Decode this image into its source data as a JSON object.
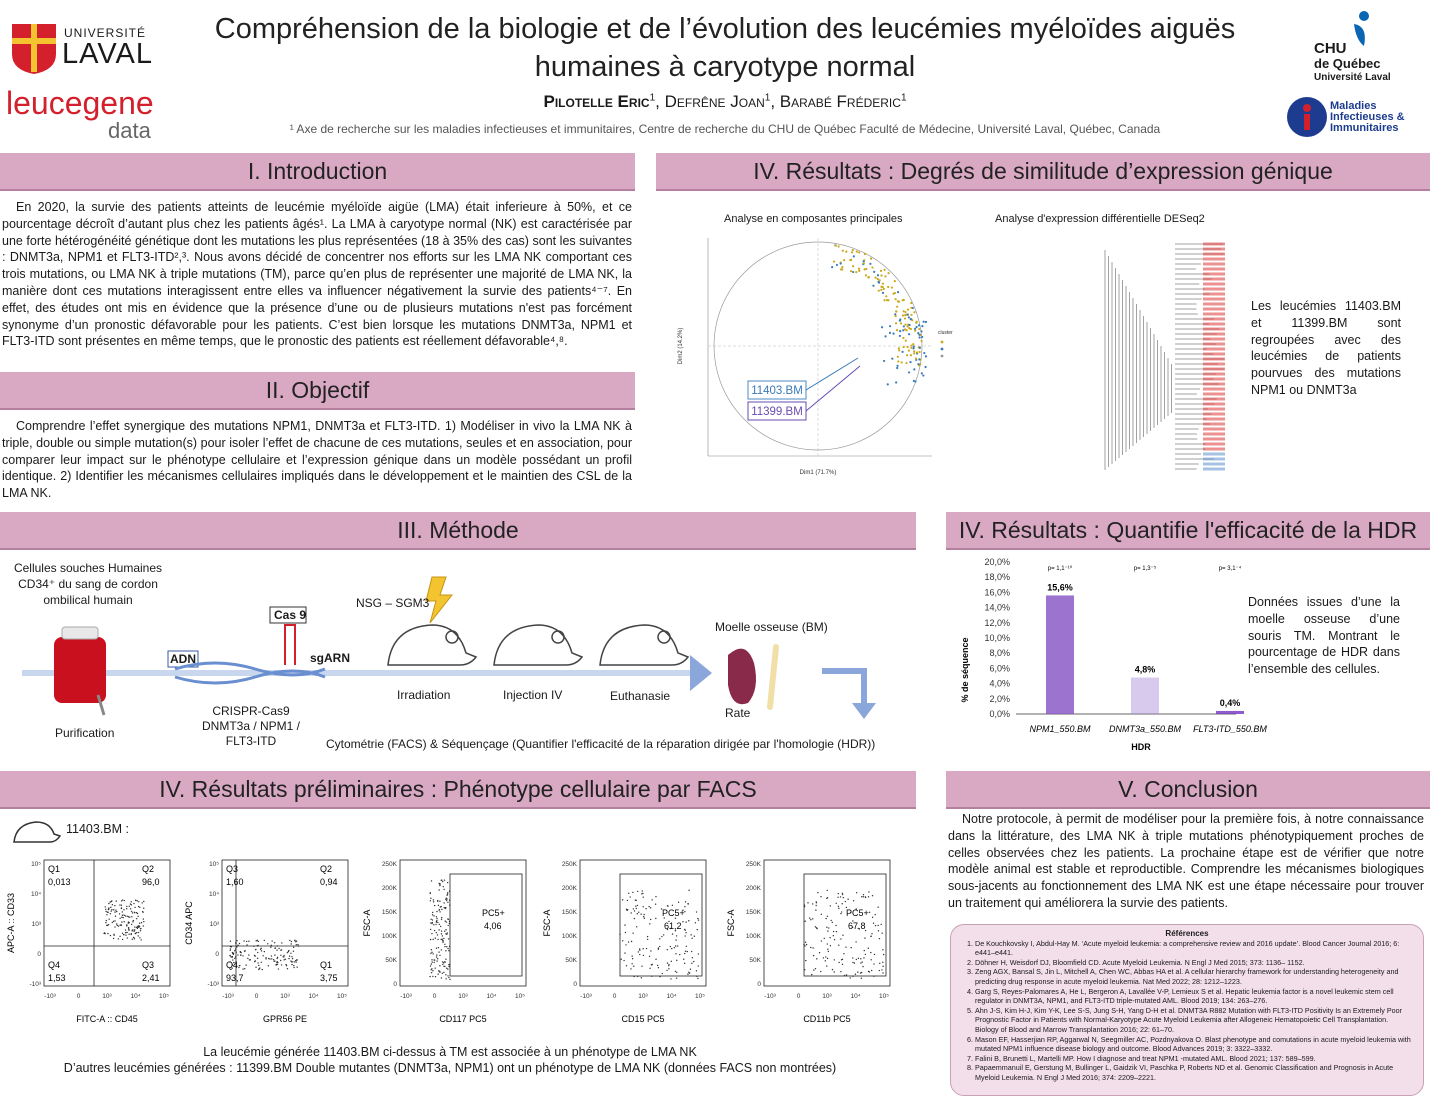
{
  "header": {
    "title_line1": "Compréhension de la biologie et de l’évolution des leucémies myéloïdes aiguës",
    "title_line2": "humaines à caryotype normal",
    "authors": [
      {
        "name": "Pilotelle Eric",
        "sup": "1"
      },
      {
        "name": "Defrêne Joan",
        "sup": "1"
      },
      {
        "name": "Barabé Fréderic",
        "sup": "1"
      }
    ],
    "affiliation": "¹ Axe de recherche sur les maladies infectieuses et immunitaires, Centre de recherche du CHU de Québec Faculté de Médecine, Université Laval, Québec, Canada",
    "logo_laval_1": "UNIVERSITÉ",
    "logo_laval_2": "LAVAL",
    "logo_leucegene_1": "leucegene",
    "logo_leucegene_2": "data",
    "logo_chu_1": "CHU",
    "logo_chu_2": "de Québec",
    "logo_chu_3": "Université Laval",
    "logo_mii_1": "Maladies",
    "logo_mii_2": "Infectieuses &",
    "logo_mii_3": "Immunitaires"
  },
  "intro": {
    "heading": "I. Introduction",
    "text": "En 2020, la survie des patients atteints de leucémie myéloïde aigüe (LMA) était inferieure à 50%, et ce pourcentage décroît d’autant plus chez les patients âgés¹. La LMA à caryotype normal (NK) est caractérisée par une forte hétérogénéité génétique dont les mutations les plus représentées (18 à 35% des cas) sont les suivantes : DNMT3a, NPM1 et FLT3-ITD²,³. Nous avons décidé de concentrer nos efforts sur les LMA NK comportant ces trois mutations, ou LMA NK à triple mutations (TM), parce qu’en plus de représenter une majorité de LMA NK, la manière dont ces mutations interagissent entre elles va influencer négativement la survie des patients⁴⁻⁷. En effet, des études ont mis en évidence que la présence d’une ou de plusieurs mutations n'est pas forcément synonyme d’un pronostic défavorable pour les patients. C’est bien lorsque les mutations DNMT3a, NPM1 et FLT3-ITD sont présentes en même temps, que le pronostic des patients est réellement défavorable⁴,⁸."
  },
  "objective": {
    "heading": "II. Objectif",
    "text": "Comprendre l’effet synergique des mutations NPM1, DNMT3a et FLT3-ITD. 1) Modéliser in vivo la LMA NK à triple, double ou simple mutation(s) pour isoler l’effet de chacune de ces mutations, seules et en association, pour comparer leur impact sur le phénotype cellulaire et l’expression génique dans un modèle possédant un profil identique. 2) Identifier les mécanismes cellulaires impliqués dans le développement et le maintien des CSL de la LMA NK."
  },
  "method": {
    "heading": "III. Méthode",
    "cells_label": "Cellules souches Humaines CD34⁺ du sang de cordon ombilical humain",
    "purification": "Purification",
    "adn": "ADN",
    "cas9": "Cas 9",
    "sgarn": "sgARN",
    "crispr": "CRISPR-Cas9 DNMT3a / NPM1 / FLT3-ITD",
    "mouse_strain": "NSG – SGM3",
    "irradiation": "Irradiation",
    "injection": "Injection IV",
    "euthanasie": "Euthanasie",
    "bone_marrow": "Moelle osseuse (BM)",
    "spleen": "Rate",
    "readout": "Cytométrie (FACS) & Séquençage (Quantifier l'efficacité de la réparation dirigée par l'homologie (HDR))"
  },
  "results_facs": {
    "heading": "IV. Résultats préliminaires : Phénotype cellulaire par FACS",
    "sample": "11403.BM :",
    "caption_1": "La leucémie générée 11403.BM  ci-dessus à TM est associée à un phénotype de LMA NK",
    "caption_2": "D’autres leucémies générées : 11399.BM Double mutantes (DNMT3a, NPM1) ont un phénotype de LMA NK (données FACS non montrées)",
    "plots": [
      {
        "ylabel": "APC-A :: CD33",
        "xlabel": "FITC-A :: CD45",
        "q1": "Q1",
        "q1v": "0,013",
        "q2": "Q2",
        "q2v": "96,0",
        "q3": "Q3",
        "q3v": "2,41",
        "q4": "Q4",
        "q4v": "1,53"
      },
      {
        "ylabel": "CD34 APC",
        "xlabel": "GPR56 PE",
        "q1": "Q3",
        "q1v": "1,60",
        "q2": "Q2",
        "q2v": "0,94",
        "q3": "Q1",
        "q3v": "3,75",
        "q4": "Q4",
        "q4v": "93,7"
      },
      {
        "ylabel": "FSC-A",
        "xlabel": "CD117 PC5",
        "gate": "PC5+",
        "gatev": "4,06"
      },
      {
        "ylabel": "FSC-A",
        "xlabel": "CD15 PC5",
        "gate": "PC5+",
        "gatev": "61,2"
      },
      {
        "ylabel": "FSC-A",
        "xlabel": "CD11b PC5",
        "gate": "PC5+",
        "gatev": "67,8"
      }
    ],
    "log_ticks": [
      "10⁵",
      "10⁴",
      "10³",
      "0",
      "-10³"
    ],
    "log_ticks_x": [
      "-10³",
      "0",
      "10³",
      "10⁴",
      "10⁵"
    ],
    "lin_ticks": [
      "250K",
      "200K",
      "150K",
      "100K",
      "50K",
      "0"
    ]
  },
  "results_expr": {
    "heading": "IV. Résultats : Degrés de similitude d’expression génique",
    "pca_title": "Analyse en composantes principales",
    "deseq_title": "Analyse d'expression différentielle DESeq2",
    "pca_label_1": "11403.BM",
    "pca_label_2": "11399.BM",
    "pca_xlabel": "Dim1 (71.7%)",
    "pca_ylabel": "Dim2 (14.2%)",
    "pca_legend": "cluster",
    "side_text": "Les leucémies 11403.BM et 11399.BM sont regroupées avec des leucémies de patients pourvues des mutations NPM1 ou DNMT3a"
  },
  "results_hdr": {
    "heading": "IV. Résultats : Quantifie l'efficacité de la HDR",
    "side_text": "Données issues d’une la moelle osseuse d’une souris TM. Montrant le pourcentage de HDR dans l’ensemble des cellules."
  },
  "chart_data": {
    "type": "bar",
    "categories": [
      "NPM1_550.BM",
      "DNMT3a_550.BM",
      "FLT3-ITD_550.BM"
    ],
    "values": [
      15.6,
      4.8,
      0.4
    ],
    "value_labels": [
      "15,6%",
      "4,8%",
      "0,4%"
    ],
    "pvalues": [
      "p= 1,1⁻¹⁰",
      "p= 1,3⁻⁵",
      "p= 3,1⁻⁴"
    ],
    "xlabel": "HDR",
    "ylabel": "% de séquence",
    "ylim": [
      0,
      20
    ],
    "yticks": [
      "20,0%",
      "18,0%",
      "16,0%",
      "14,0%",
      "12,0%",
      "10,0%",
      "8,0%",
      "6,0%",
      "4,0%",
      "2,0%",
      "0,0%"
    ],
    "colors": [
      "#8b5cc8",
      "#a98ad8",
      "#7b3fc4"
    ]
  },
  "conclusion": {
    "heading": "V. Conclusion",
    "text": "Notre protocole, à permit de modéliser pour la première fois, à notre connaissance dans la littérature, des LMA NK à triple mutations phénotypiquement proches de celles observées chez les patients. La prochaine étape est de vérifier que notre modèle animal est stable et reproductible. Comprendre les mécanismes biologiques sous-jacents au fonctionnement des LMA NK est une étape nécessaire pour trouver un traitement qui améliorera la survie des patients."
  },
  "references": {
    "title": "Références",
    "items": [
      "De Kouchkovsky I, Abdul-Hay M. ‘Acute myeloid leukemia: a comprehensive review and 2016 update’. Blood Cancer Journal 2016; 6: e441–e441.",
      "Döhner H, Weisdorf DJ, Bloomfield CD. Acute Myeloid Leukemia. N Engl J Med 2015; 373: 1136– 1152.",
      "Zeng AGX, Bansal S, Jin L, Mitchell A, Chen WC, Abbas HA et al. A cellular hierarchy framework for understanding heterogeneity and predicting drug response in acute myeloid leukemia. Nat Med 2022; 28: 1212–1223.",
      "Garg S, Reyes-Palomares A, He L, Bergeron A, Lavallée V-P, Lemieux S et al. Hepatic leukemia factor is a novel leukemic stem cell regulator in DNMT3A, NPM1, and FLT3-ITD triple-mutated AML. Blood 2019; 134: 263–276.",
      "Ahn J-S, Kim H-J, Kim Y-K, Lee S-S, Jung S-H, Yang D-H et al. DNMT3A R882 Mutation with FLT3-ITD Positivity Is an Extremely Poor Prognostic Factor in Patients with Normal-Karyotype Acute Myeloid Leukemia after Allogeneic Hematopoietic Cell Transplantation. Biology of Blood and Marrow Transplantation 2016; 22: 61–70.",
      "Mason EF, Hasserjian RP, Aggarwal N, Seegmiller AC, Pozdnyakova O. Blast phenotype and comutations in acute myeloid leukemia with mutated NPM1 influence disease biology and outcome. Blood Advances 2019; 3: 3322–3332.",
      "Falini B, Brunetti L, Martelli MP. How I diagnose and treat NPM1 -mutated AML. Blood 2021; 137: 589–599.",
      "Papaemmanuil E, Gerstung M, Bullinger L, Gaidzik VI, Paschka P, Roberts ND et al. Genomic Classification and Prognosis in Acute Myeloid Leukemia. N Engl J Med 2016; 374: 2209–2221."
    ]
  }
}
